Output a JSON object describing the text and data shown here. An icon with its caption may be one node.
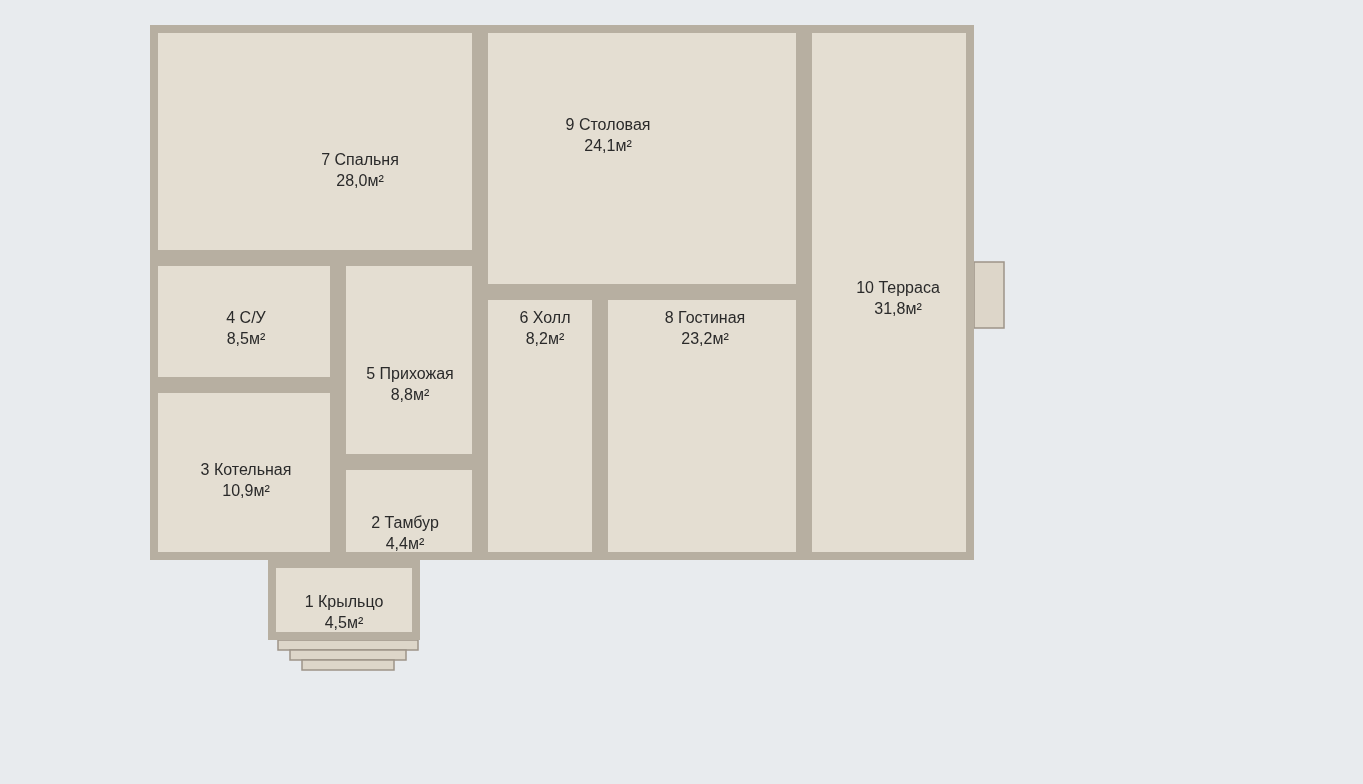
{
  "diagram": {
    "nodes": [
      {
        "text": [
          "7 Спальня",
          "28,0м²"
        ]
      },
      {
        "text": [
          "9 Столовая",
          "24,1м²"
        ]
      },
      {
        "text": [
          "10 Терраса",
          "31,8м²"
        ]
      },
      {
        "text": [
          "4 С/У",
          "8,5м²"
        ]
      },
      {
        "text": [
          "6 Холл",
          "8,2м²"
        ]
      },
      {
        "text": [
          "8 Гостиная",
          "23,2м²"
        ]
      },
      {
        "text": [
          "5 Прихожая",
          "8,8м²"
        ]
      },
      {
        "text": [
          "3 Котельная",
          "10,9м²"
        ]
      },
      {
        "text": [
          "2 Тамбур",
          "4,4м²"
        ]
      },
      {
        "text": [
          "1 Крыльцо",
          "4,5м²"
        ]
      }
    ]
  }
}
